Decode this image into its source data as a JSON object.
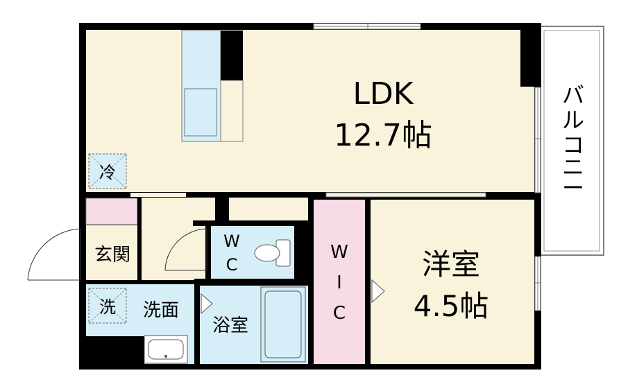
{
  "rooms": {
    "ldk": {
      "name": "LDK",
      "size": "12.7帖"
    },
    "western": {
      "name": "洋室",
      "size": "4.5帖"
    },
    "wic": {
      "chars": [
        "W",
        "I",
        "C"
      ]
    },
    "wc": {
      "chars": [
        "W",
        "C"
      ]
    },
    "bath": {
      "name": "浴室"
    },
    "washroom": {
      "name": "洗面"
    },
    "entrance": {
      "name": "玄関"
    },
    "fridge": {
      "name": "冷"
    },
    "washer": {
      "name": "洗"
    },
    "balcony": {
      "chars": [
        "バ",
        "ル",
        "コ",
        "ニ",
        "ー"
      ]
    }
  },
  "colors": {
    "floor_ldk": "#faf3dc",
    "floor_wet": "#d6eef8",
    "floor_wic": "#f7dbe6",
    "wall": "#000000",
    "balcony": "#ffffff"
  }
}
